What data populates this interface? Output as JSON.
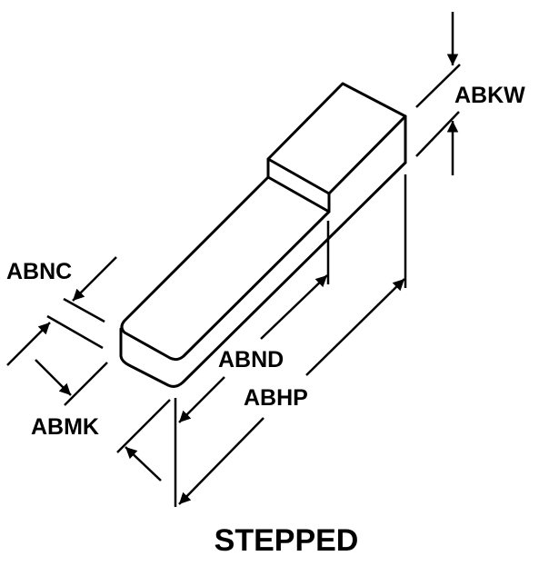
{
  "labels": {
    "abkw": "ABKW",
    "abnc": "ABNC",
    "abmk": "ABMK",
    "abnd": "ABND",
    "abhp": "ABHP"
  },
  "caption": "STEPPED"
}
